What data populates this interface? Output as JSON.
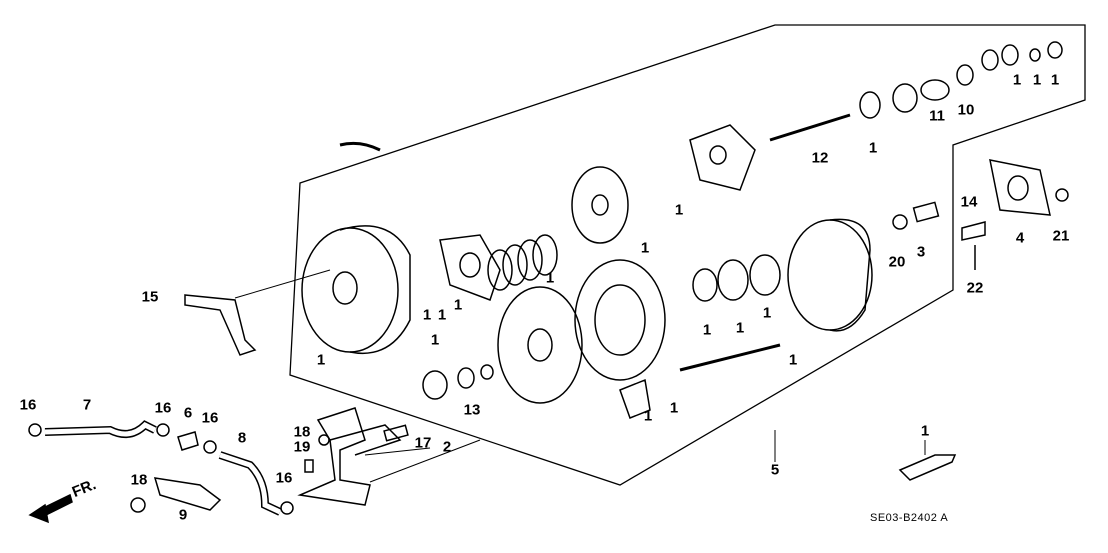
{
  "diagram": {
    "code": "SE03-B2402 A",
    "direction_label": "FR.",
    "callouts": [
      "1",
      "1",
      "1",
      "10",
      "11",
      "12",
      "1",
      "1",
      "1",
      "1",
      "1",
      "1",
      "1",
      "1",
      "1",
      "1",
      "1",
      "1",
      "1",
      "13",
      "1",
      "1",
      "14",
      "3",
      "20",
      "4",
      "21",
      "22",
      "15",
      "5",
      "1",
      "16",
      "7",
      "16",
      "6",
      "16",
      "8",
      "18",
      "19",
      "17",
      "2",
      "18",
      "9",
      "16"
    ]
  }
}
